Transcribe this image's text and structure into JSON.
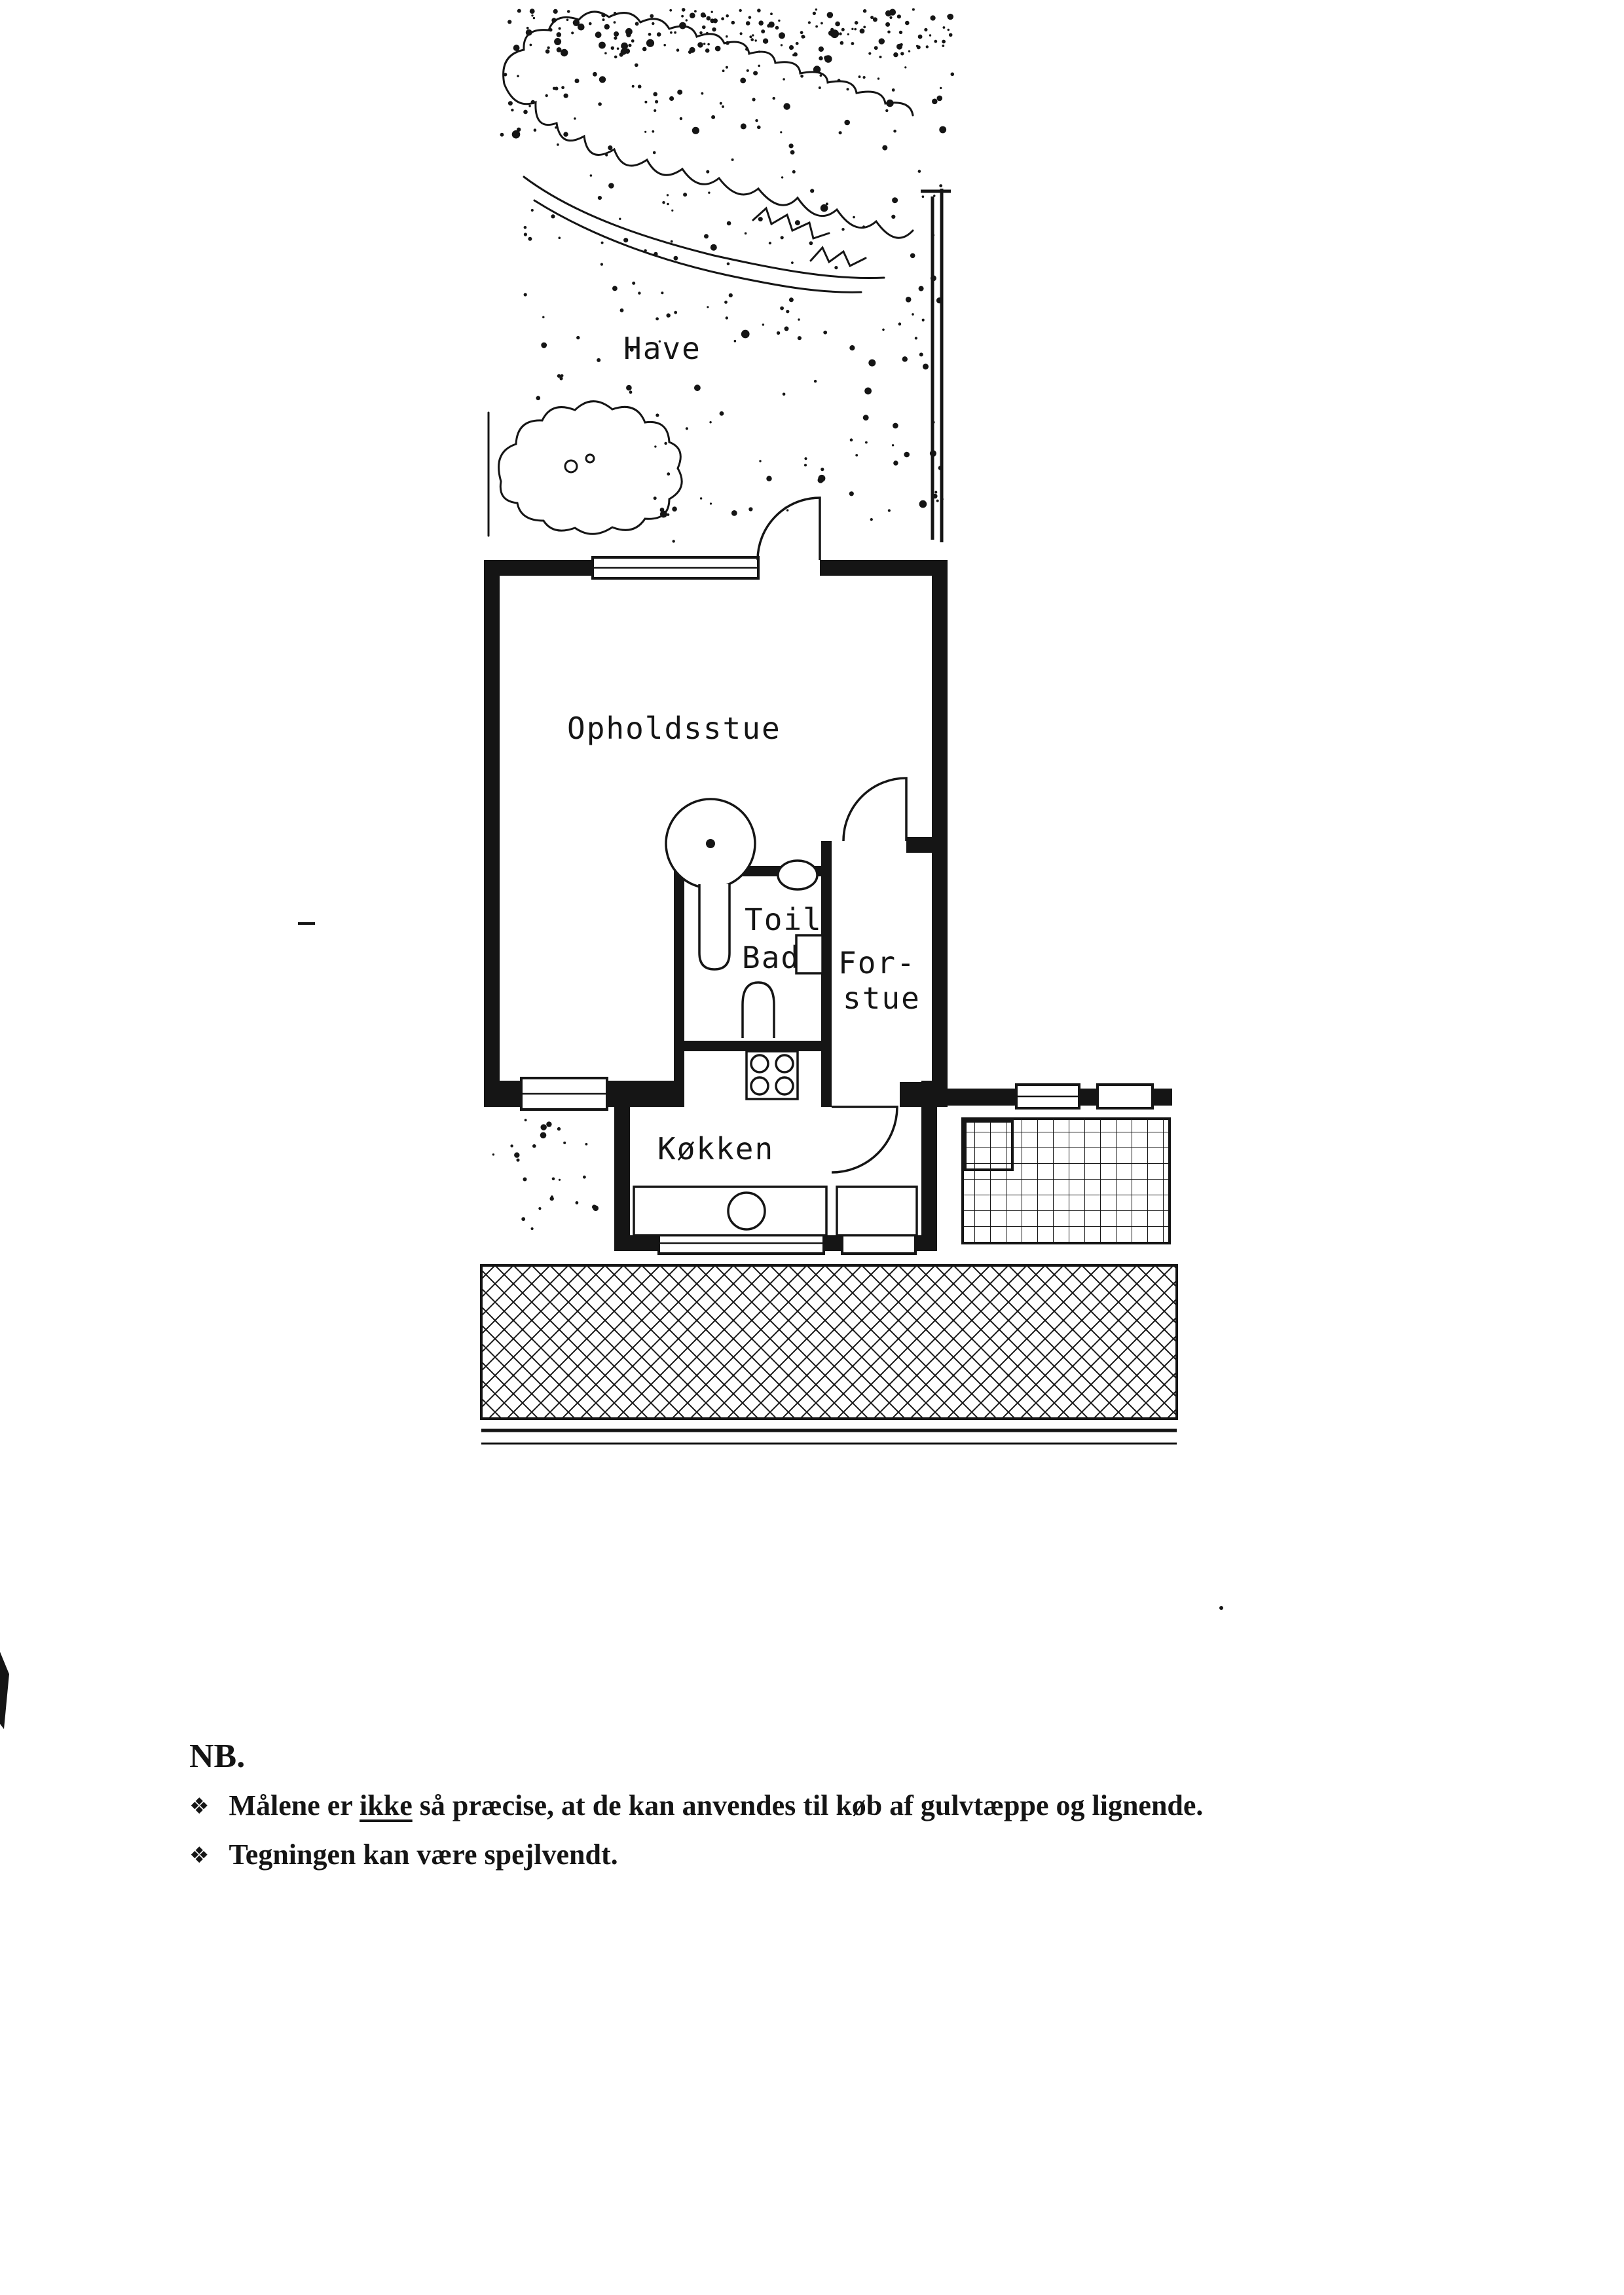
{
  "page": {
    "paper": "#ffffff",
    "ink": "#151515"
  },
  "plan": {
    "labels": {
      "garden": "Have",
      "living": "Opholdsstue",
      "toilet_line1": "Toil",
      "toilet_line2": "Bad",
      "hall_line1": "For-",
      "hall_line2": "stue",
      "kitchen": "Køkken"
    }
  },
  "notes": {
    "heading": "NB.",
    "bullet": "❖",
    "items": [
      {
        "pre": "Målene er ",
        "em": "ikke",
        "post": " så præcise, at de kan anvendes til køb af gulvtæppe og lignende."
      },
      {
        "pre": "Tegningen kan være spejlvendt.",
        "em": "",
        "post": ""
      }
    ]
  }
}
